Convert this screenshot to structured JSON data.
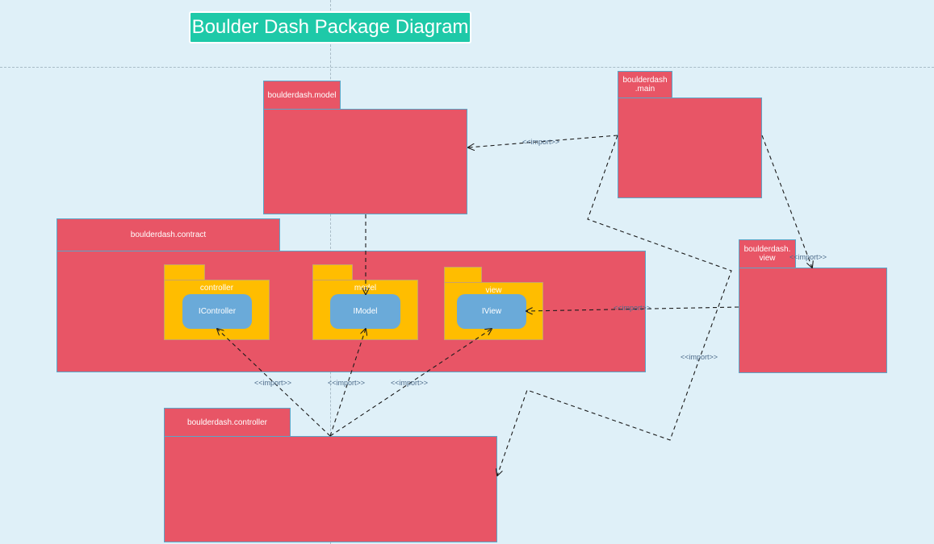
{
  "title": "Boulder Dash Package Diagram",
  "packages": {
    "model": "boulderdash.model",
    "main": "boulderdash\n.main",
    "contract": "boulderdash.contract",
    "view": "boulderdash.\nview",
    "controller": "boulderdash.controller"
  },
  "subpackages": {
    "controller": "controller",
    "model": "model",
    "view": "view"
  },
  "interfaces": {
    "controller": "IController",
    "model": "IModel",
    "view": "IView"
  },
  "import_label": "<<import>>",
  "colors": {
    "background": "#dff0f8",
    "title_fill": "#1ec9a8",
    "package_fill": "#e85566",
    "subpackage_fill": "#ffbd00",
    "interface_fill": "#6aaad9"
  }
}
